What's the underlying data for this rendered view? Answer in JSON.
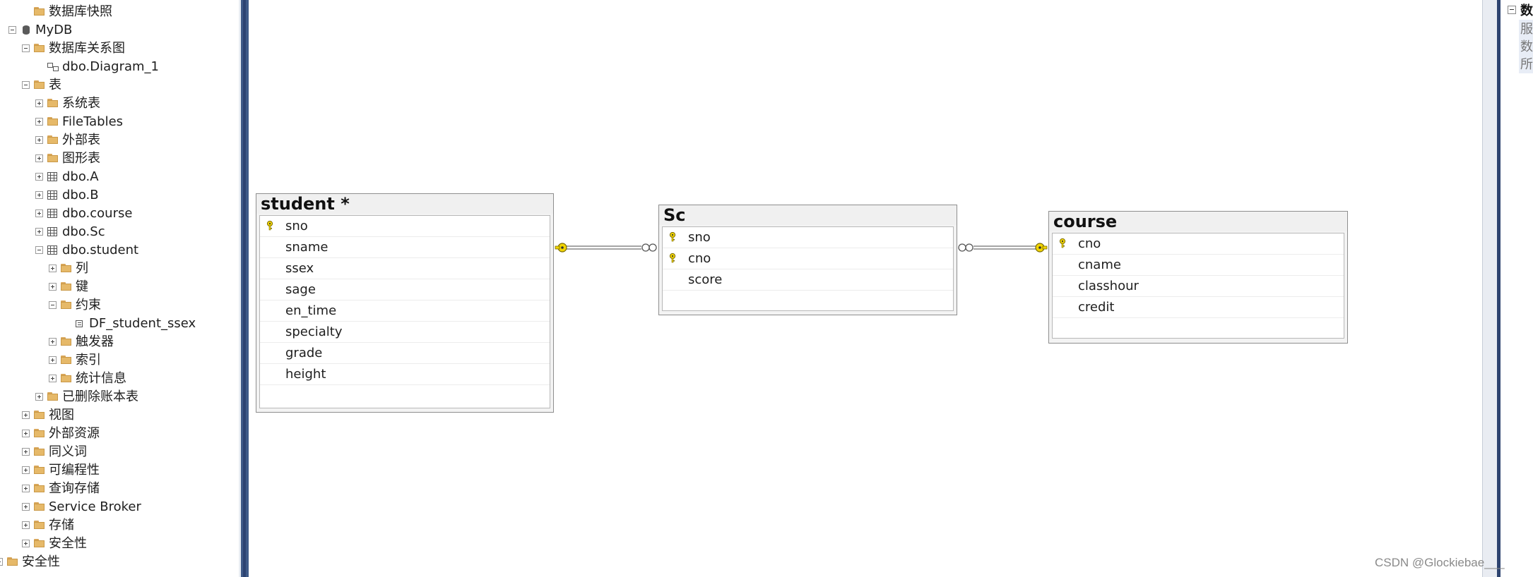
{
  "tree": {
    "nodes": [
      {
        "id": "db-snapshots",
        "label": "数据库快照",
        "icon": "folder-icon",
        "toggle": "none",
        "depth": 1
      },
      {
        "id": "mydb",
        "label": "MyDB",
        "icon": "database-icon",
        "toggle": "minus",
        "depth": 0
      },
      {
        "id": "db-diagrams",
        "label": "数据库关系图",
        "icon": "folder-icon",
        "toggle": "minus",
        "depth": 1
      },
      {
        "id": "dbo-diagram-1",
        "label": "dbo.Diagram_1",
        "icon": "diagram-icon",
        "toggle": "none",
        "depth": 2,
        "selected": true
      },
      {
        "id": "tables",
        "label": "表",
        "icon": "folder-icon",
        "toggle": "minus",
        "depth": 1
      },
      {
        "id": "system-tables",
        "label": "系统表",
        "icon": "folder-icon",
        "toggle": "plus",
        "depth": 2
      },
      {
        "id": "filetables",
        "label": "FileTables",
        "icon": "folder-icon",
        "toggle": "plus",
        "depth": 2
      },
      {
        "id": "external-tables",
        "label": "外部表",
        "icon": "folder-icon",
        "toggle": "plus",
        "depth": 2
      },
      {
        "id": "graph-tables",
        "label": "图形表",
        "icon": "folder-icon",
        "toggle": "plus",
        "depth": 2
      },
      {
        "id": "dbo-a",
        "label": "dbo.A",
        "icon": "table-icon",
        "toggle": "plus",
        "depth": 2
      },
      {
        "id": "dbo-b",
        "label": "dbo.B",
        "icon": "table-icon",
        "toggle": "plus",
        "depth": 2
      },
      {
        "id": "dbo-course",
        "label": "dbo.course",
        "icon": "table-icon",
        "toggle": "plus",
        "depth": 2
      },
      {
        "id": "dbo-sc",
        "label": "dbo.Sc",
        "icon": "table-icon",
        "toggle": "plus",
        "depth": 2
      },
      {
        "id": "dbo-student",
        "label": "dbo.student",
        "icon": "table-icon",
        "toggle": "minus",
        "depth": 2
      },
      {
        "id": "columns",
        "label": "列",
        "icon": "folder-icon",
        "toggle": "plus",
        "depth": 3
      },
      {
        "id": "keys",
        "label": "键",
        "icon": "folder-icon",
        "toggle": "plus",
        "depth": 3
      },
      {
        "id": "constraints",
        "label": "约束",
        "icon": "folder-icon",
        "toggle": "minus",
        "depth": 3
      },
      {
        "id": "df-student-ssex",
        "label": "DF_student_ssex",
        "icon": "constraint-icon",
        "toggle": "none",
        "depth": 4
      },
      {
        "id": "triggers",
        "label": "触发器",
        "icon": "folder-icon",
        "toggle": "plus",
        "depth": 3
      },
      {
        "id": "indexes",
        "label": "索引",
        "icon": "folder-icon",
        "toggle": "plus",
        "depth": 3
      },
      {
        "id": "statistics",
        "label": "统计信息",
        "icon": "folder-icon",
        "toggle": "plus",
        "depth": 3
      },
      {
        "id": "dropped-ledger-tables",
        "label": "已删除账本表",
        "icon": "folder-icon",
        "toggle": "plus",
        "depth": 2
      },
      {
        "id": "views",
        "label": "视图",
        "icon": "folder-icon",
        "toggle": "plus",
        "depth": 1
      },
      {
        "id": "external-resources",
        "label": "外部资源",
        "icon": "folder-icon",
        "toggle": "plus",
        "depth": 1
      },
      {
        "id": "synonyms",
        "label": "同义词",
        "icon": "folder-icon",
        "toggle": "plus",
        "depth": 1
      },
      {
        "id": "programmability",
        "label": "可编程性",
        "icon": "folder-icon",
        "toggle": "plus",
        "depth": 1
      },
      {
        "id": "query-store",
        "label": "查询存储",
        "icon": "folder-icon",
        "toggle": "plus",
        "depth": 1
      },
      {
        "id": "service-broker",
        "label": "Service Broker",
        "icon": "folder-icon",
        "toggle": "plus",
        "depth": 1
      },
      {
        "id": "storage",
        "label": "存储",
        "icon": "folder-icon",
        "toggle": "plus",
        "depth": 1
      },
      {
        "id": "db-security",
        "label": "安全性",
        "icon": "folder-icon",
        "toggle": "plus",
        "depth": 1
      },
      {
        "id": "server-security",
        "label": "安全性",
        "icon": "folder-icon",
        "toggle": "minus",
        "depth": -1
      }
    ]
  },
  "diagram": {
    "tables": {
      "student": {
        "title": "student *",
        "columns": [
          {
            "name": "sno",
            "pk": true
          },
          {
            "name": "sname",
            "pk": false
          },
          {
            "name": "ssex",
            "pk": false
          },
          {
            "name": "sage",
            "pk": false
          },
          {
            "name": "en_time",
            "pk": false
          },
          {
            "name": "specialty",
            "pk": false
          },
          {
            "name": "grade",
            "pk": false
          },
          {
            "name": "height",
            "pk": false
          }
        ]
      },
      "sc": {
        "title": "Sc",
        "columns": [
          {
            "name": "sno",
            "pk": true
          },
          {
            "name": "cno",
            "pk": true
          },
          {
            "name": "score",
            "pk": false
          }
        ]
      },
      "course": {
        "title": "course",
        "columns": [
          {
            "name": "cno",
            "pk": true
          },
          {
            "name": "cname",
            "pk": false
          },
          {
            "name": "classhour",
            "pk": false
          },
          {
            "name": "credit",
            "pk": false
          }
        ]
      }
    },
    "relationships": [
      {
        "from": "student",
        "to": "sc",
        "one_end": "key-icon",
        "many_end": "infinity-icon"
      },
      {
        "from": "course",
        "to": "sc",
        "one_end": "key-icon",
        "many_end": "infinity-icon"
      }
    ],
    "colors": {
      "key": "#e8c800",
      "connector": "#707070"
    }
  },
  "properties": {
    "lines": [
      "数",
      "服",
      "数",
      "所"
    ]
  },
  "watermark": "CSDN @Glockiebae___"
}
